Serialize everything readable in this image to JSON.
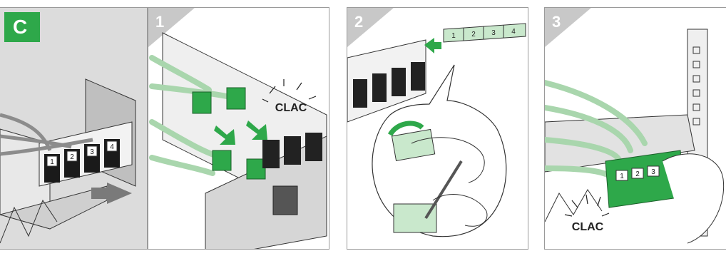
{
  "panels": [
    {
      "step": "C",
      "style": "green-box",
      "color": "#2ea84a"
    },
    {
      "step": "1",
      "style": "gray-corner",
      "color": "#c8c8c8",
      "sound": "CLAC"
    },
    {
      "step": "2",
      "style": "gray-corner",
      "color": "#c8c8c8",
      "label_strip": [
        "1",
        "2",
        "3",
        "4"
      ]
    },
    {
      "step": "3",
      "style": "gray-corner",
      "color": "#c8c8c8",
      "sound": "CLAC"
    }
  ],
  "panel0_labels": [
    "1",
    "2",
    "3",
    "4"
  ],
  "panel3_labels": [
    "1",
    "2",
    "3"
  ],
  "colors": {
    "accent": "#2ea84a",
    "cable": "#a9d6ad",
    "metal": "#d9d9d9",
    "outline": "#333333"
  }
}
